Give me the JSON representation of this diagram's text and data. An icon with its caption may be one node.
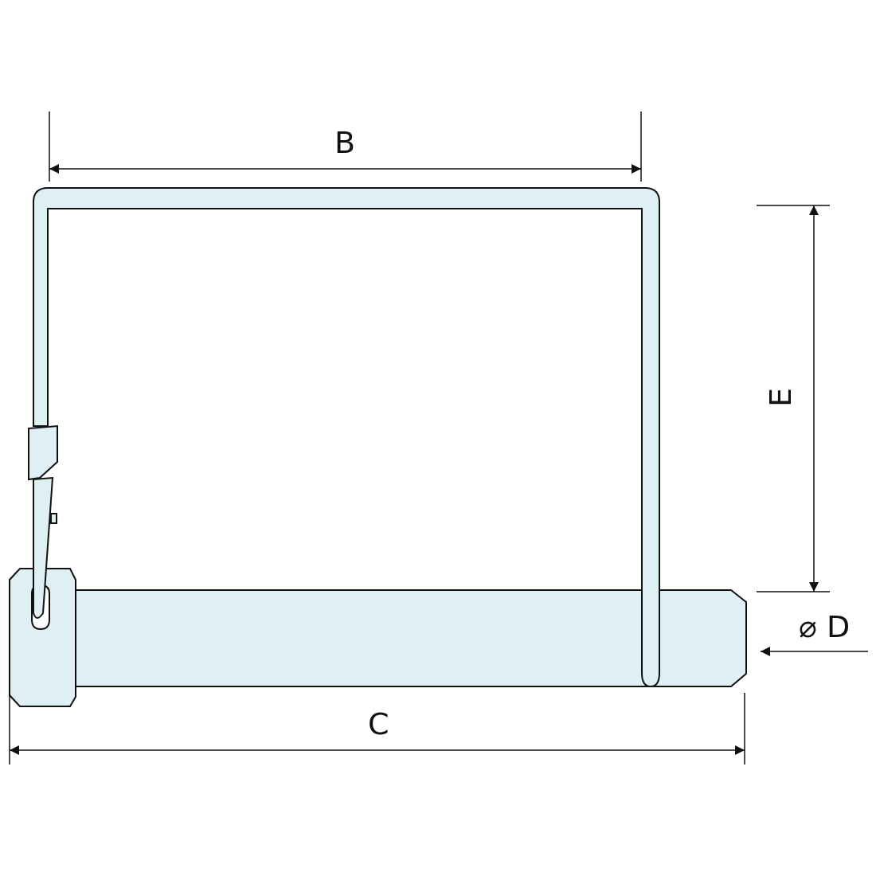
{
  "diagram": {
    "labels": [
      "B",
      "E",
      "⌀ D",
      "C"
    ]
  }
}
